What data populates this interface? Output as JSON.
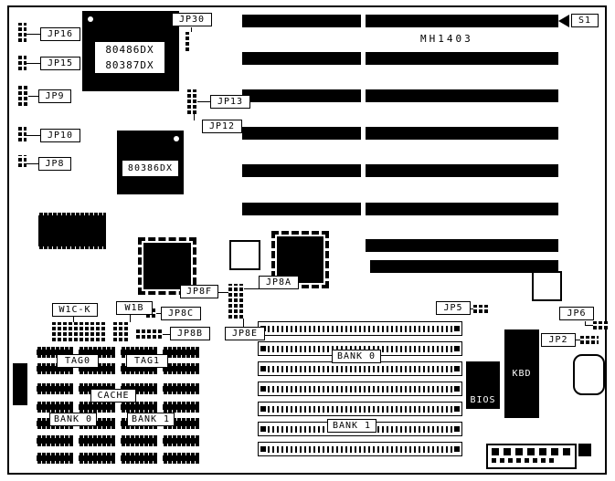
{
  "board": {
    "model": "MH1403",
    "switch": "S1"
  },
  "jumpers": {
    "jp16": "JP16",
    "jp15": "JP15",
    "jp9": "JP9",
    "jp10": "JP10",
    "jp8": "JP8",
    "jp30": "JP30",
    "jp13": "JP13",
    "jp12": "JP12",
    "jp8f": "JP8F",
    "jp8a": "JP8A",
    "jp8c": "JP8C",
    "jp8b": "JP8B",
    "jp8e": "JP8E",
    "jp5": "JP5",
    "jp6": "JP6",
    "jp2": "JP2",
    "w1ck": "W1C-K",
    "w1b": "W1B"
  },
  "chips": {
    "cpu": [
      "80486DX",
      "80387DX"
    ],
    "chip_386": "80386DX",
    "kbd": "KBD",
    "bios": "BIOS"
  },
  "memory": {
    "tag0": "TAG0",
    "tag1": "TAG1",
    "cache": "CACHE",
    "cache_bank0": "BANK 0",
    "cache_bank1": "BANK 1",
    "simm_bank0": "BANK 0",
    "simm_bank1": "BANK 1"
  },
  "colors": {
    "ink": "#000000",
    "paper": "#ffffff"
  }
}
